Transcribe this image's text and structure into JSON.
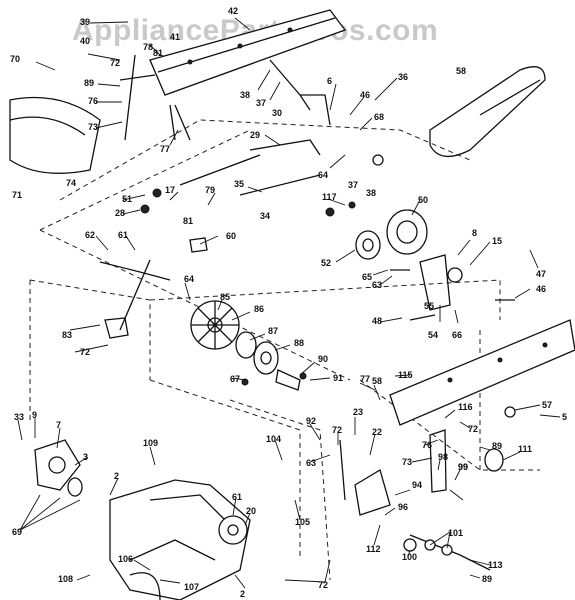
{
  "watermark": "AppliancePartsPros.com",
  "callouts": [
    "39",
    "42",
    "40",
    "41",
    "81",
    "78",
    "70",
    "72",
    "89",
    "76",
    "73",
    "77",
    "38",
    "37",
    "6",
    "36",
    "58",
    "30",
    "46",
    "68",
    "29",
    "64",
    "37",
    "38",
    "71",
    "74",
    "17",
    "79",
    "51",
    "28",
    "35",
    "34",
    "117",
    "50",
    "81",
    "60",
    "62",
    "61",
    "52",
    "65",
    "63",
    "8",
    "15",
    "47",
    "46",
    "64",
    "85",
    "86",
    "48",
    "55",
    "54",
    "66",
    "83",
    "72",
    "87",
    "88",
    "67",
    "90",
    "91",
    "115",
    "77",
    "58",
    "57",
    "5",
    "116",
    "72",
    "33",
    "9",
    "7",
    "109",
    "104",
    "92",
    "23",
    "72",
    "63",
    "22",
    "76",
    "73",
    "89",
    "111",
    "3",
    "2",
    "98",
    "99",
    "69",
    "61",
    "20",
    "105",
    "94",
    "96",
    "99",
    "112",
    "101",
    "100",
    "72",
    "113",
    "106",
    "107",
    "89",
    "108",
    "2"
  ],
  "callout_positions_note": ""
}
